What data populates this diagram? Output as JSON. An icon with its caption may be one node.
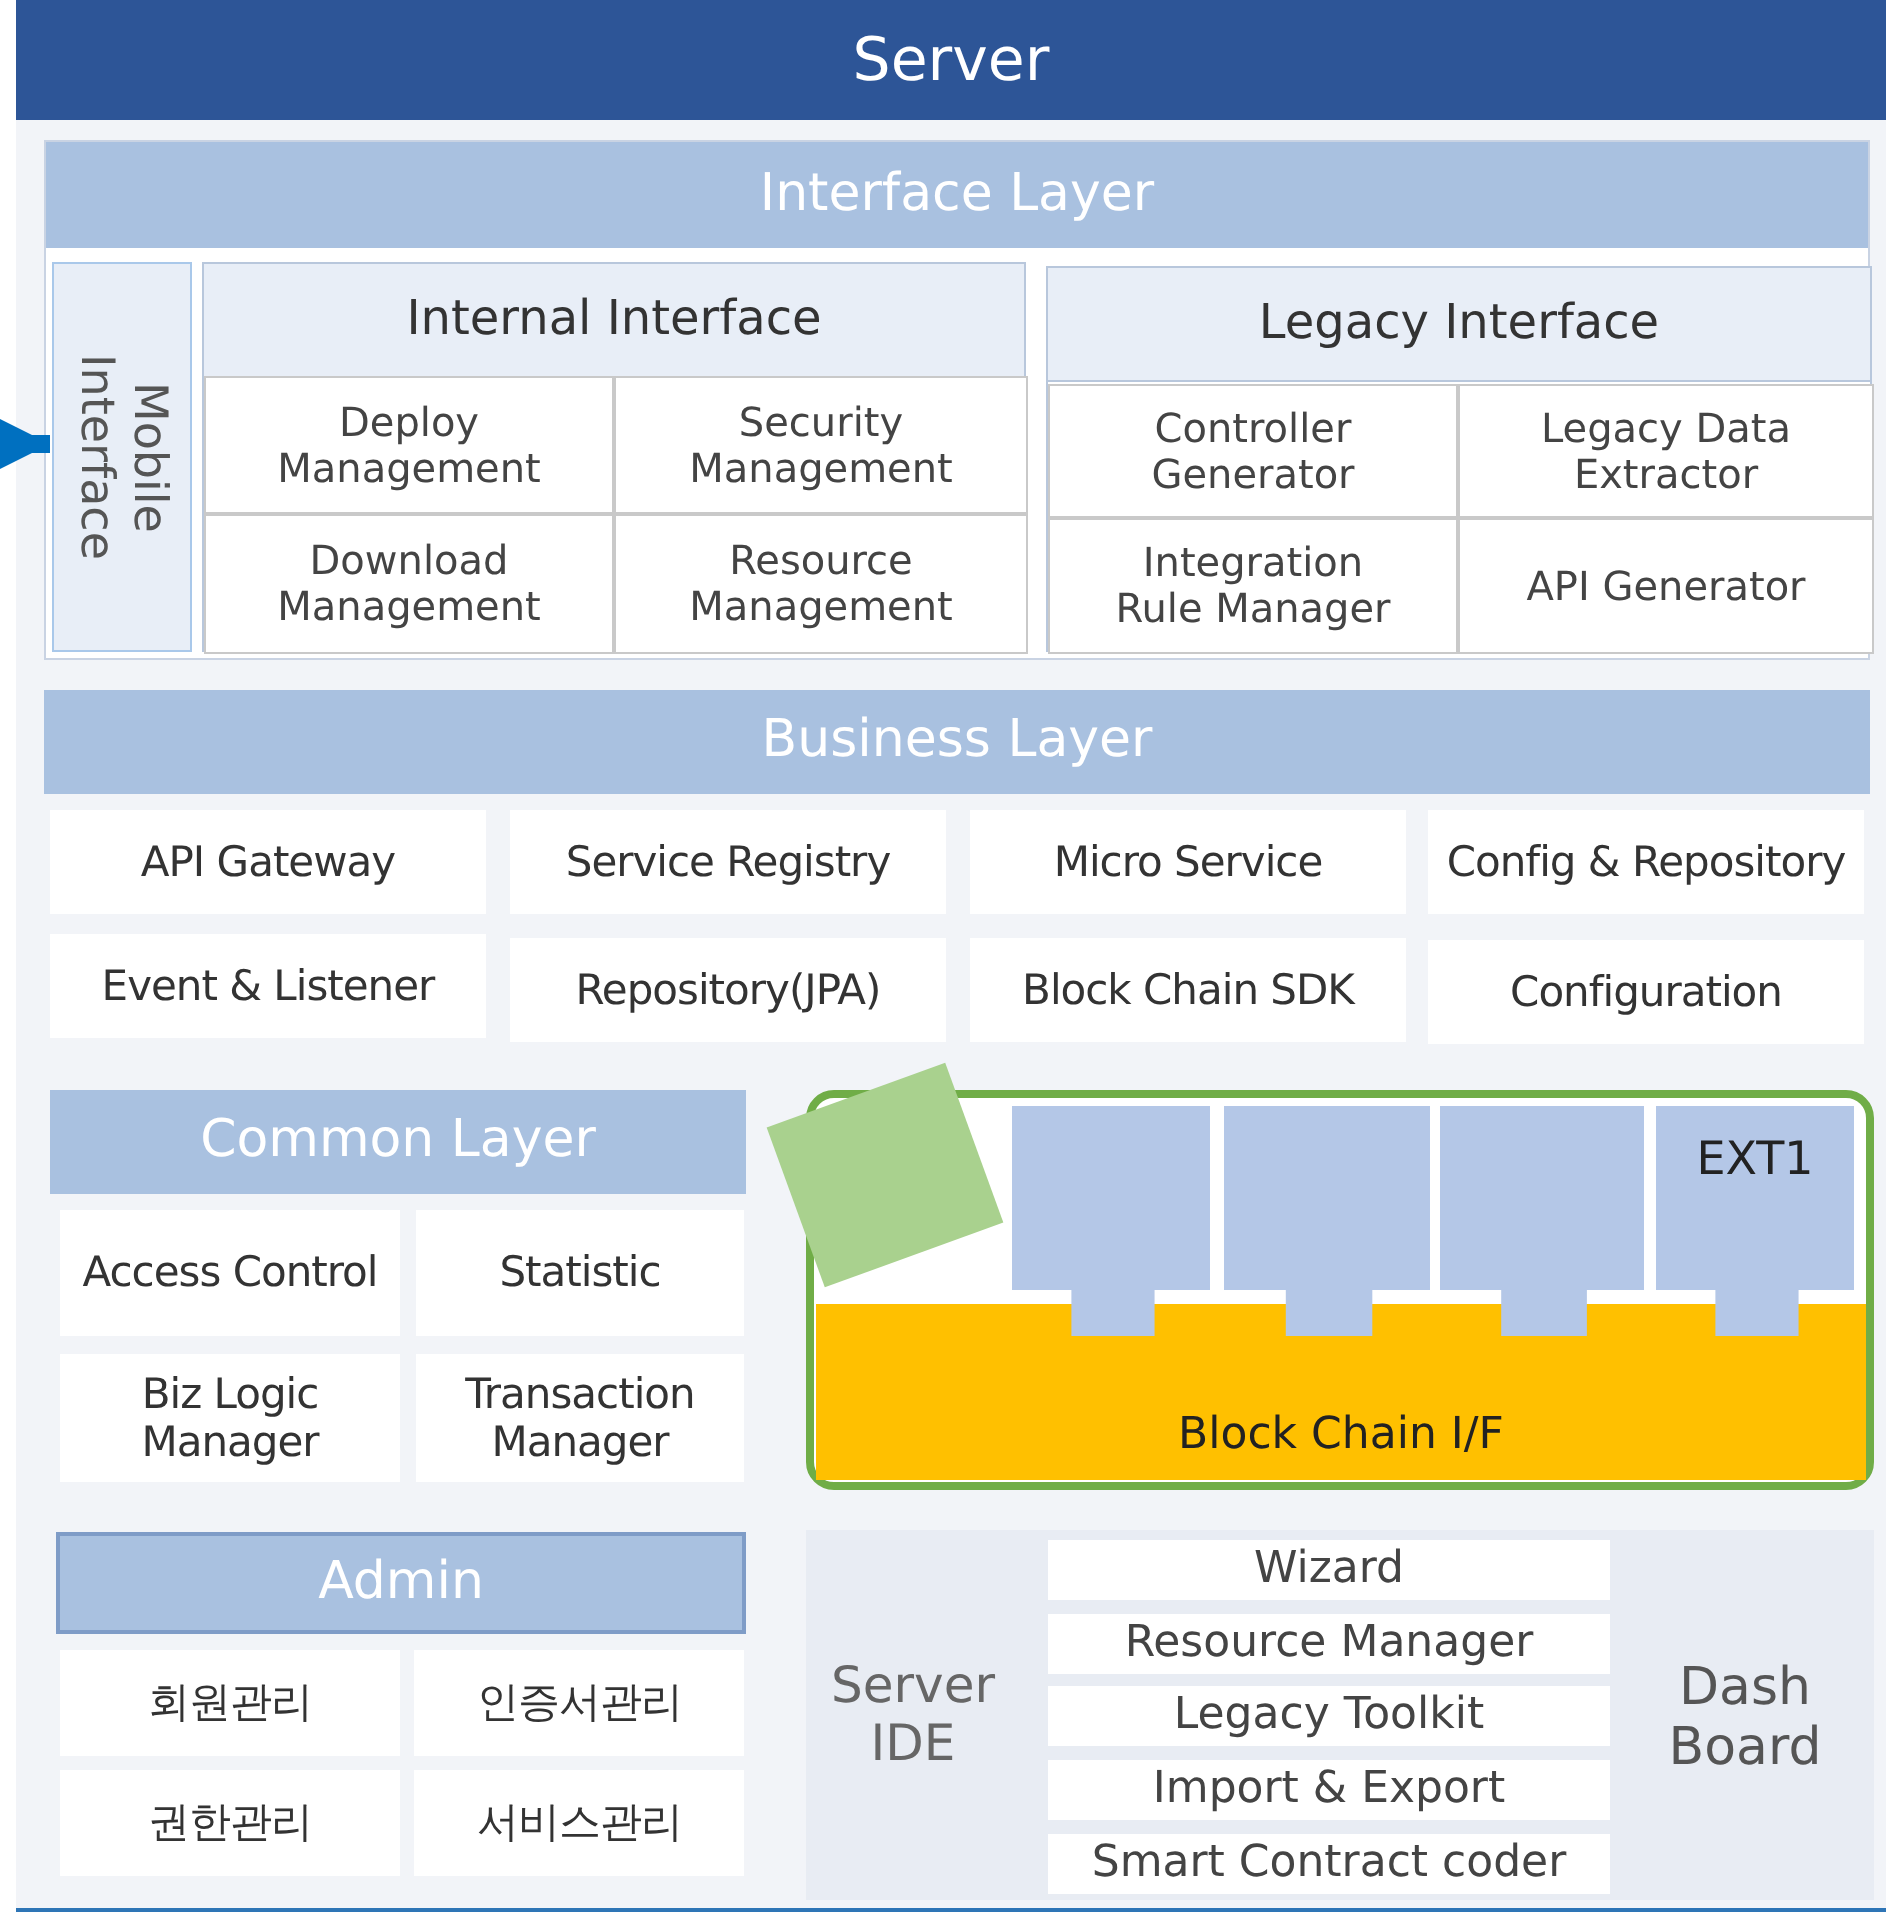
{
  "diagram": {
    "title": "Server",
    "nodes": [
      {
        "text": [
          "Interface Layer"
        ]
      },
      {
        "text": [
          "Mobile Interface"
        ],
        "in": 0
      },
      {
        "text": [
          "Internal Interface"
        ],
        "in": 0
      },
      {
        "text": [
          "Deploy Management"
        ],
        "in": 2
      },
      {
        "text": [
          "Security Management"
        ],
        "in": 2
      },
      {
        "text": [
          "Download Management"
        ],
        "in": 2
      },
      {
        "text": [
          "Resource Management"
        ],
        "in": 2
      },
      {
        "text": [
          "Legacy Interface"
        ],
        "in": 0
      },
      {
        "text": [
          "Controller Generator"
        ],
        "in": 7
      },
      {
        "text": [
          "Legacy Data Extractor"
        ],
        "in": 7
      },
      {
        "text": [
          "Integration Rule Manager"
        ],
        "in": 7
      },
      {
        "text": [
          "API Generator"
        ],
        "in": 7
      },
      {
        "text": [
          "Business Layer"
        ]
      },
      {
        "text": [
          "API Gateway"
        ]
      },
      {
        "text": [
          "Service Registry"
        ]
      },
      {
        "text": [
          "Micro Service"
        ]
      },
      {
        "text": [
          "Config & Repository"
        ]
      },
      {
        "text": [
          "Event & Listener"
        ]
      },
      {
        "text": [
          "Repository(JPA)"
        ]
      },
      {
        "text": [
          "Block Chain SDK"
        ]
      },
      {
        "text": [
          "Configuration"
        ]
      },
      {
        "text": [
          "Common Layer"
        ]
      },
      {
        "text": [
          "Access Control"
        ]
      },
      {
        "text": [
          "Statistic"
        ]
      },
      {
        "text": [
          "Biz Logic Manager"
        ]
      },
      {
        "text": [
          "Transaction Manager"
        ]
      },
      {
        "text": [],
        "shape": "box"
      },
      {
        "text": [],
        "shape": "box"
      },
      {
        "text": [],
        "shape": "box"
      },
      {
        "text": [],
        "shape": "box"
      },
      {
        "text": [
          "EXT1"
        ]
      },
      {
        "text": [
          "Block Chain I/F"
        ]
      },
      {
        "text": [
          "Admin"
        ]
      },
      {
        "text": [
          "회원관리"
        ]
      },
      {
        "text": [
          "인증서관리"
        ]
      },
      {
        "text": [
          "권한관리"
        ]
      },
      {
        "text": [
          "서비스관리"
        ]
      },
      {
        "text": [
          "Server IDE"
        ]
      },
      {
        "text": [
          "Wizard"
        ],
        "in": 37
      },
      {
        "text": [
          "Resource Manager"
        ],
        "in": 37
      },
      {
        "text": [
          "Legacy Toolkit"
        ],
        "in": 37
      },
      {
        "text": [
          "Import & Export"
        ],
        "in": 37
      },
      {
        "text": [
          "Smart Contract coder"
        ],
        "in": 37
      },
      {
        "text": [
          "Dash Board"
        ],
        "in": 37
      }
    ],
    "edges": [
      {
        "from": null,
        "to": 1,
        "arrow": "to"
      }
    ]
  }
}
